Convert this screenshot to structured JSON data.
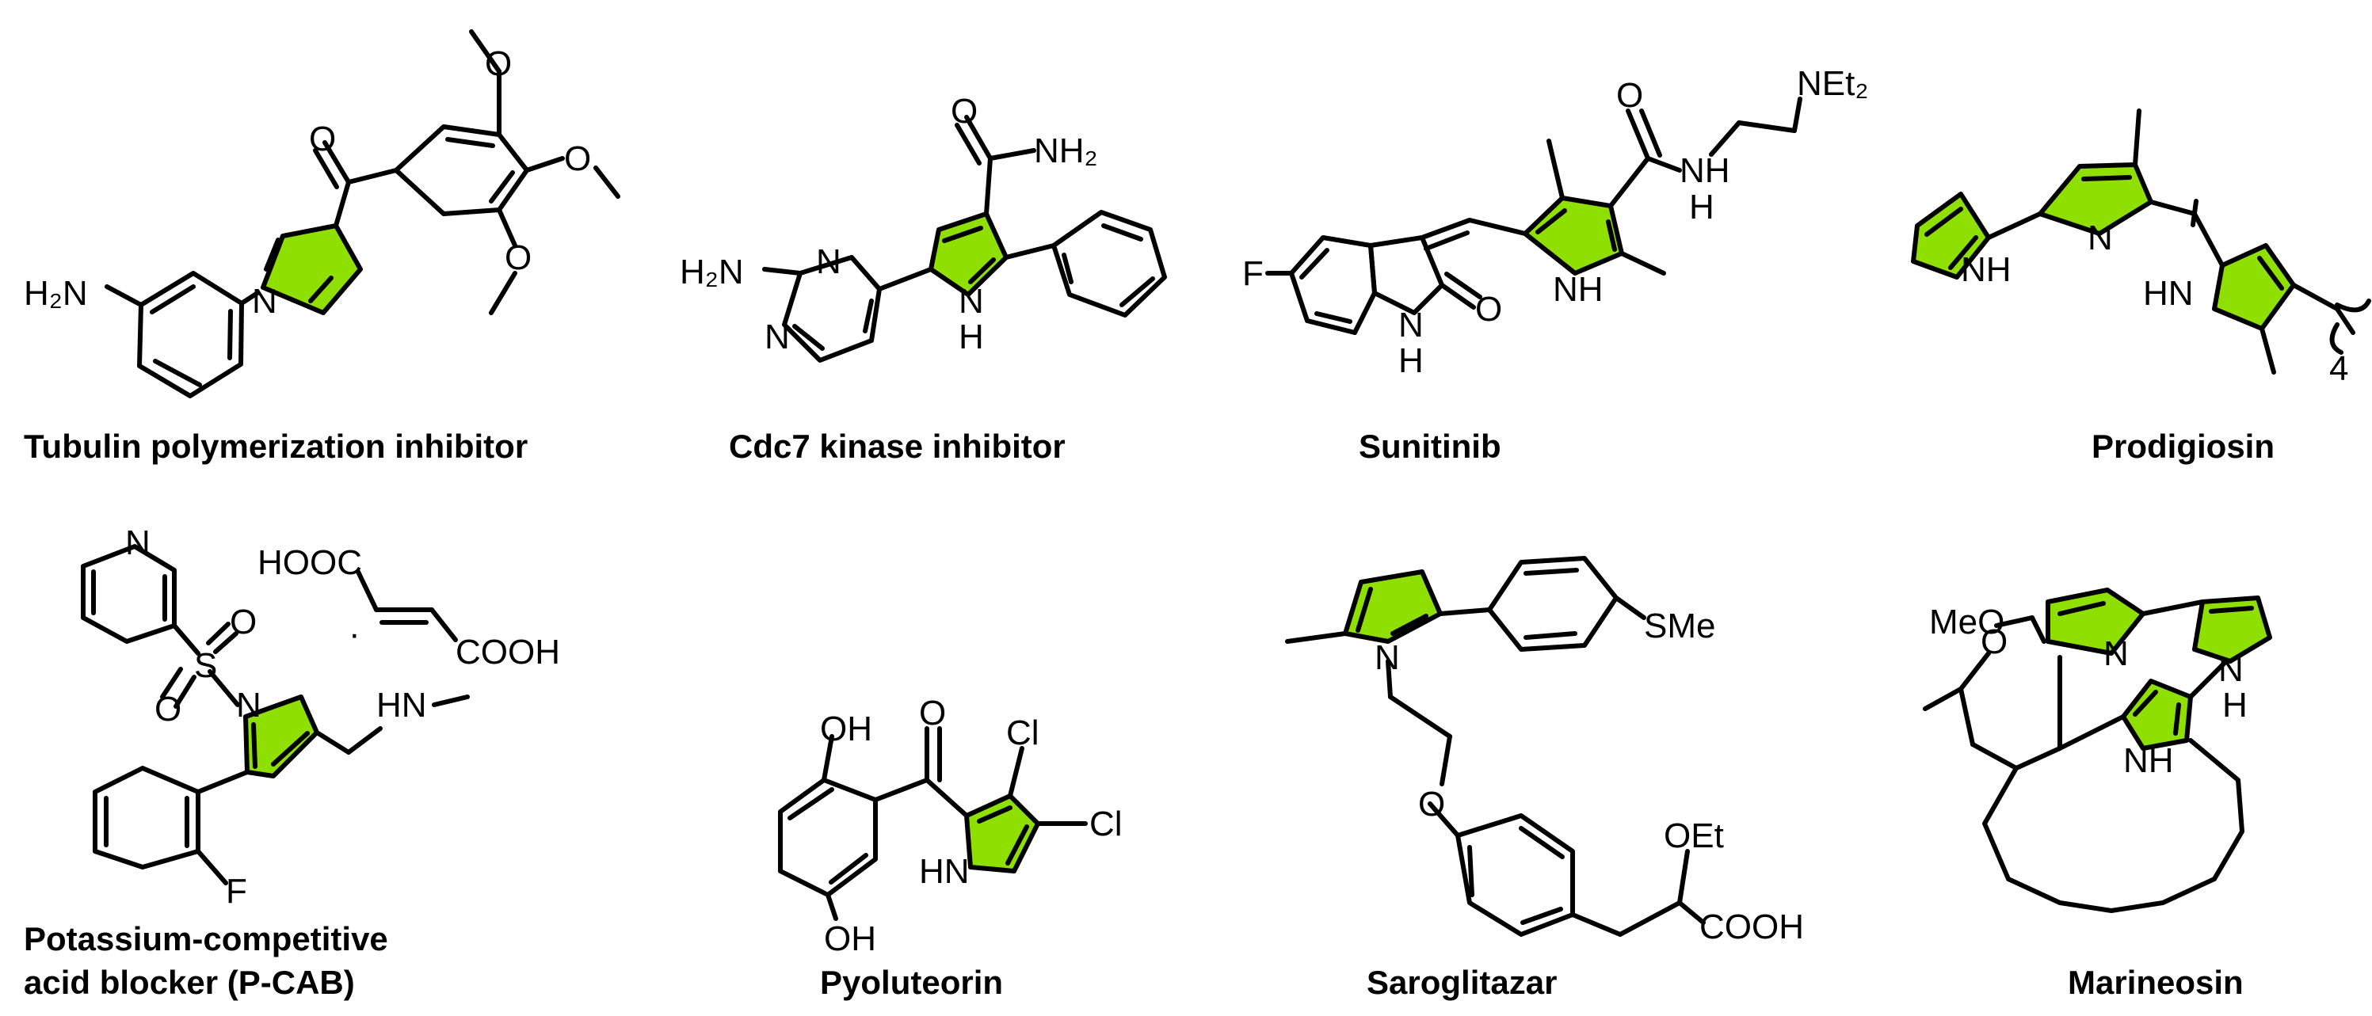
{
  "colors": {
    "pyrrole_highlight": "#8fe000",
    "ink": "#000000",
    "background": "#ffffff"
  },
  "compounds": [
    {
      "caption": "Tubulin polymerization inhibitor",
      "atoms": {
        "amine": "H₂N",
        "n1": "N",
        "carbonyl_o": "O",
        "o1": "O",
        "o2": "O",
        "o3": "O"
      }
    },
    {
      "caption": "Cdc7 kinase inhibitor",
      "atoms": {
        "carbonyl_o": "O",
        "amide": "NH₂",
        "amine": "H₂N",
        "pyr_n1": "N",
        "pyr_n2": "N",
        "nh_n": "N",
        "nh_h": "H"
      }
    },
    {
      "caption": "Sunitinib",
      "atoms": {
        "f": "F",
        "carbonyl_o": "O",
        "amide_nh": "NH",
        "amide_h": "H",
        "net2": "NEt₂",
        "pyrrole_nh": "NH",
        "lactam_o": "O",
        "lactam_n": "N",
        "lactam_h": "H"
      }
    },
    {
      "caption": "Prodigiosin",
      "atoms": {
        "nh1": "NH",
        "n2": "N",
        "hn3": "HN",
        "chain_sub": "4"
      }
    },
    {
      "caption_line1": "Potassium-competitive",
      "caption_line2": "acid blocker (P-CAB)",
      "atoms": {
        "pyr_n": "N",
        "s": "S",
        "o1": "O",
        "o2": "O",
        "n1": "N",
        "hn": "HN",
        "f": "F",
        "hooc": "HOOC",
        "cooh": "COOH",
        "dot": "·"
      }
    },
    {
      "caption": "Pyoluteorin",
      "atoms": {
        "oh1": "OH",
        "oh2": "OH",
        "carbonyl_o": "O",
        "cl1": "Cl",
        "cl2": "Cl",
        "hn": "HN"
      }
    },
    {
      "caption": "Saroglitazar",
      "atoms": {
        "n1": "N",
        "sme": "SMe",
        "o1": "O",
        "oet": "OEt",
        "cooh": "COOH"
      }
    },
    {
      "caption": "Marineosin",
      "atoms": {
        "meo": "MeO",
        "o": "O",
        "n": "N",
        "nh_n": "N",
        "nh_h": "H",
        "nh2": "NH"
      }
    }
  ]
}
